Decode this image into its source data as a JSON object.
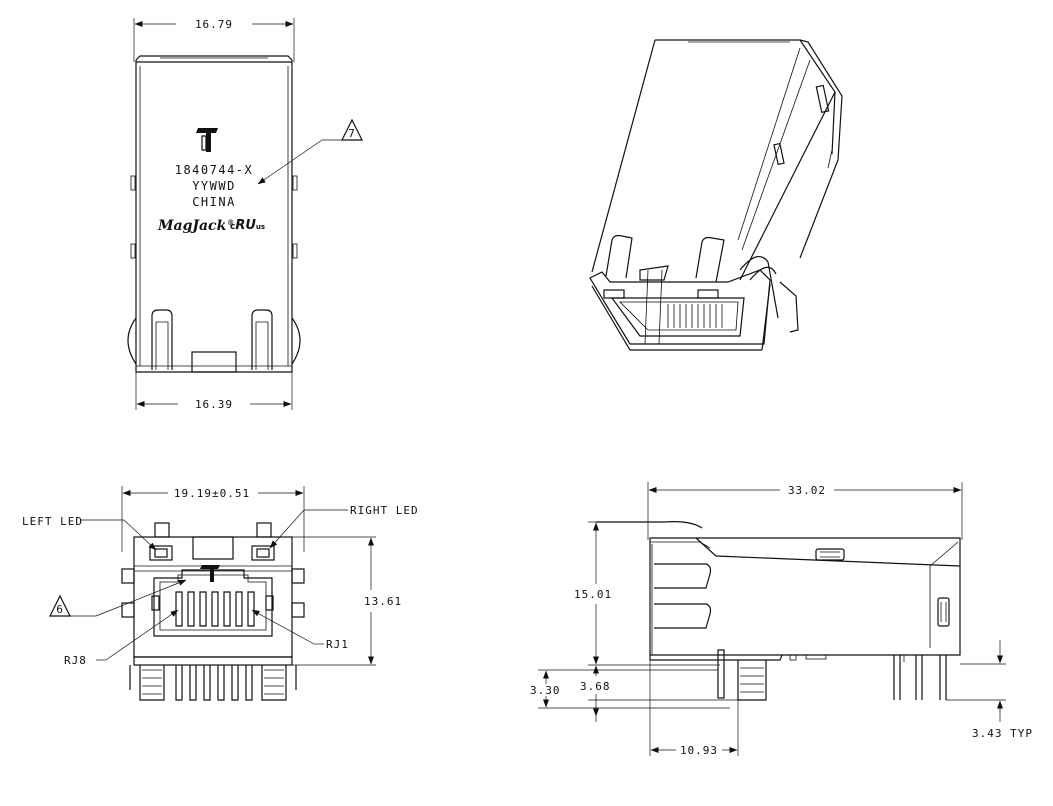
{
  "dimensions": {
    "top_width": "16.79",
    "bottom_width": "16.39",
    "front_width": "19.19±0.51",
    "front_height": "13.61",
    "side_length": "33.02",
    "side_height": "15.01",
    "offset_a": "3.30",
    "offset_b": "3.68",
    "pin_length": "3.43 TYP",
    "pin_pos": "10.93"
  },
  "labels": {
    "left_led": "LEFT LED",
    "right_led": "RIGHT LED",
    "rj8": "RJ8",
    "rj1": "RJ1"
  },
  "callouts": {
    "note_7": "7",
    "note_6": "6"
  },
  "marking": {
    "part_number": "1840744-X",
    "date_code": "YYWWD",
    "country": "CHINA",
    "brand": "MagJack",
    "registered": "®",
    "agency_c": "c",
    "agency_ru": "RU",
    "agency_us": "us"
  },
  "icons": {
    "manufacturer_logo": "tyco-logo-icon",
    "callout_triangle": "triangle-callout-icon"
  }
}
